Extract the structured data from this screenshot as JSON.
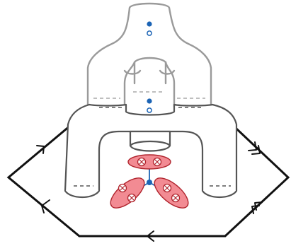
{
  "colors": {
    "background": "#ffffff",
    "boundary": "#111111",
    "surface_front": "#555555",
    "surface_back": "#9a9a9a",
    "petal_fill": "#f28b93",
    "petal_stroke": "#b0242d",
    "vertex_blue": "#1c64b5"
  },
  "diagram": {
    "boundary_shape": "hexagon",
    "boundary_edges": 6,
    "edge_arrow_style": [
      "single",
      "double",
      "single",
      "single",
      "double",
      "single"
    ],
    "tubes": 2,
    "markers": [
      {
        "name": "upper-marker",
        "filled_dot": true,
        "hollow_dot": true
      },
      {
        "name": "lower-marker",
        "filled_dot": true,
        "hollow_dot": true
      }
    ],
    "petals": 3,
    "sites_per_petal": 2,
    "site_glyph": "×"
  }
}
